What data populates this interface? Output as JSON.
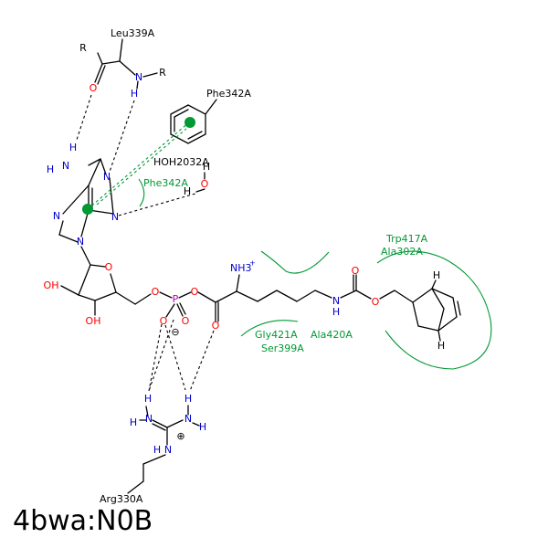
{
  "caption": "4bwa:N0B",
  "colors": {
    "carbon": "#000000",
    "nitrogen": "#0000cc",
    "oxygen": "#ff0000",
    "phosphorus": "#bb00bb",
    "interaction": "#009933"
  },
  "residues": {
    "leu339": "Leu339A",
    "phe342_ring": "Phe342A",
    "phe342_contact": "Phe342A",
    "water": "HOH2032A",
    "trp417": "Trp417A",
    "ala302": "Ala302A",
    "gly421": "Gly421A",
    "ala420": "Ala420A",
    "ser399": "Ser399A",
    "arg330": "Arg330A"
  },
  "atoms": {
    "r": "R",
    "o": "O",
    "n": "N",
    "h": "H",
    "oh": "OH",
    "p": "P",
    "nh3": "NH3",
    "minus": "⊖",
    "plus": "⊕"
  }
}
